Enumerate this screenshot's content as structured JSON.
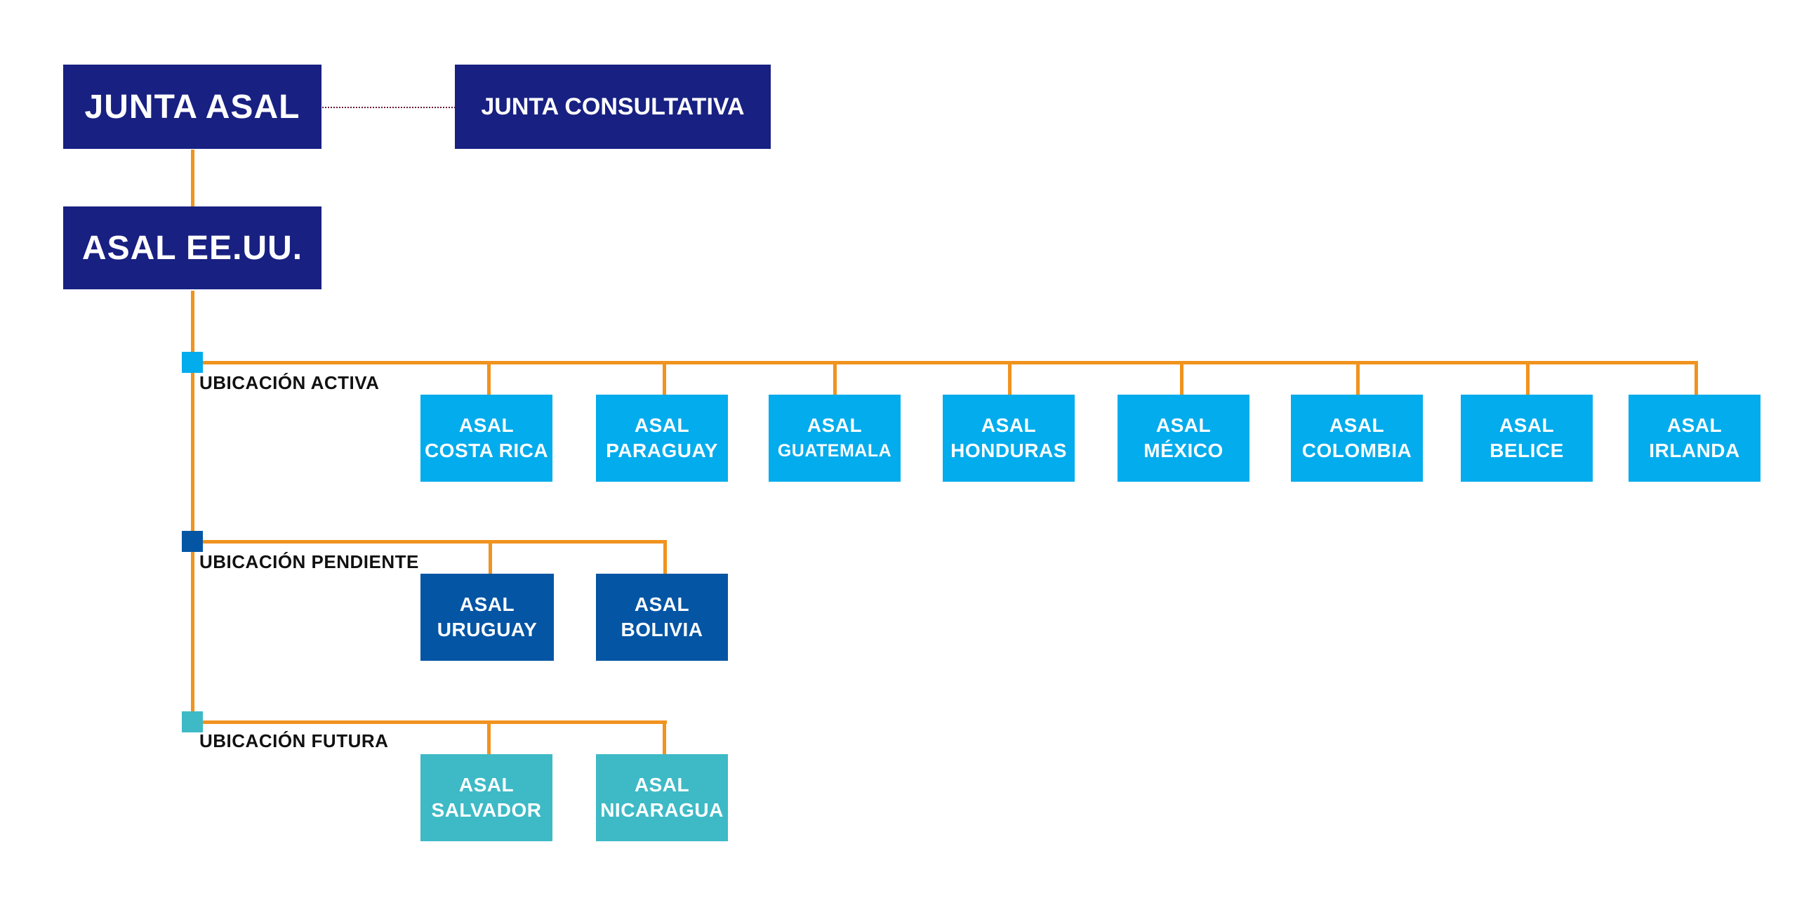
{
  "board": {
    "label": "JUNTA ASAL"
  },
  "advisory": {
    "label": "JUNTA CONSULTATIVA"
  },
  "hq": {
    "label": "ASAL EE.UU."
  },
  "groups": {
    "active": {
      "label": "UBICACIÓN ACTIVA",
      "color": "#03acec",
      "items": [
        {
          "line1": "ASAL",
          "line2": "COSTA RICA"
        },
        {
          "line1": "ASAL",
          "line2": "PARAGUAY"
        },
        {
          "line1": "ASAL",
          "line2": "GUATEMALA"
        },
        {
          "line1": "ASAL",
          "line2": "HONDURAS"
        },
        {
          "line1": "ASAL",
          "line2": "MÉXICO"
        },
        {
          "line1": "ASAL",
          "line2": "COLOMBIA"
        },
        {
          "line1": "ASAL",
          "line2": "BELICE"
        },
        {
          "line1": "ASAL",
          "line2": "IRLANDA"
        }
      ]
    },
    "pending": {
      "label": "UBICACIÓN PENDIENTE",
      "color": "#0455a4",
      "items": [
        {
          "line1": "ASAL",
          "line2": "URUGUAY"
        },
        {
          "line1": "ASAL",
          "line2": "BOLIVIA"
        }
      ]
    },
    "future": {
      "label": "UBICACIÓN FUTURA",
      "color": "#3dbac6",
      "items": [
        {
          "line1": "ASAL",
          "line2": "SALVADOR"
        },
        {
          "line1": "ASAL",
          "line2": "NICARAGUA"
        }
      ]
    }
  },
  "colors": {
    "connector": "#f0931f",
    "top_box": "#182082"
  }
}
